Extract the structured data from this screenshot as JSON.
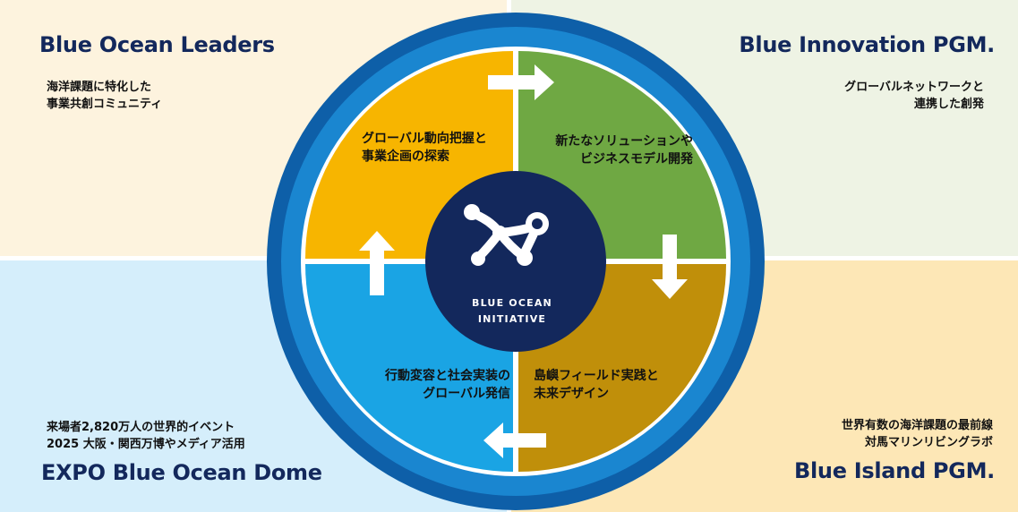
{
  "corners": {
    "top_left": {
      "title": "Blue Ocean Leaders",
      "description": "海洋課題に特化した\n事業共創コミュニティ"
    },
    "top_right": {
      "title": "Blue Innovation PGM.",
      "description": "グローバルネットワークと\n連携した創発"
    },
    "bottom_left": {
      "title": "EXPO Blue Ocean Dome",
      "description": "来場者2,820万人の世界的イベント\n2025 大阪・関西万博やメディア活用"
    },
    "bottom_right": {
      "title": "Blue Island PGM.",
      "description": "世界有数の海洋課題の最前線\n対馬マリンリビングラボ"
    }
  },
  "segments": {
    "top_left": "グローバル動向把握と\n事業企画の探索",
    "top_right": "新たなソリューションや\nビジネスモデル開発",
    "bottom_right": "島嶼フィールド実践と\n未来デザイン",
    "bottom_left": "行動変容と社会実装の\nグローバル発信"
  },
  "center": {
    "label": "BLUE OCEAN\nINITIATIVE",
    "logo_icon": "network-nodes-icon"
  },
  "colors": {
    "ring_outer": "#0e5fa8",
    "ring_inner": "#1a86d0",
    "segment_top_left": "#f7b500",
    "segment_top_right": "#6fa843",
    "segment_bottom_right": "#c08f0a",
    "segment_bottom_left": "#1aa4e4",
    "center_circle": "#13285c",
    "title_text": "#13285c"
  },
  "arrows": [
    "arrow-right-icon",
    "arrow-down-icon",
    "arrow-left-icon",
    "arrow-up-icon"
  ]
}
